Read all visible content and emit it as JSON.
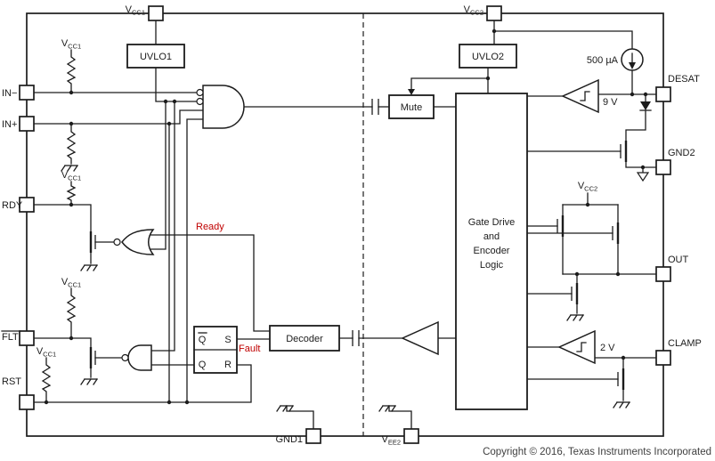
{
  "diagram": {
    "copyright": "Copyright © 2016, Texas Instruments Incorporated",
    "colors": {
      "line": "#1c1c1c",
      "accent_red": "#c00000",
      "background": "#ffffff"
    },
    "pins": {
      "vcc1": {
        "base": "V",
        "sub": "CC1"
      },
      "vcc2": {
        "base": "V",
        "sub": "CC2"
      },
      "in_minus": "IN−",
      "in_plus": "IN+",
      "rdy": "RDY",
      "flt": "FLT",
      "rst": "RST",
      "desat": "DESAT",
      "gnd2": "GND2",
      "out": "OUT",
      "clamp": "CLAMP",
      "gnd1": "GND1",
      "vee2": {
        "base": "V",
        "sub": "EE2"
      }
    },
    "blocks": {
      "uvlo1": "UVLO1",
      "uvlo2": "UVLO2",
      "mute": "Mute",
      "decoder": "Decoder",
      "gate_drive_lines": [
        "Gate Drive",
        "and",
        "Encoder",
        "Logic"
      ],
      "latch": {
        "q_bar": "Q",
        "s": "S",
        "q": "Q",
        "r": "R"
      }
    },
    "labels": {
      "vcc1": {
        "base": "V",
        "sub": "CC1"
      },
      "vcc2": {
        "base": "V",
        "sub": "CC2"
      },
      "current_source": "500 µA",
      "desat_threshold": "9 V",
      "clamp_threshold": "2 V",
      "ready": "Ready",
      "fault": "Fault"
    }
  }
}
